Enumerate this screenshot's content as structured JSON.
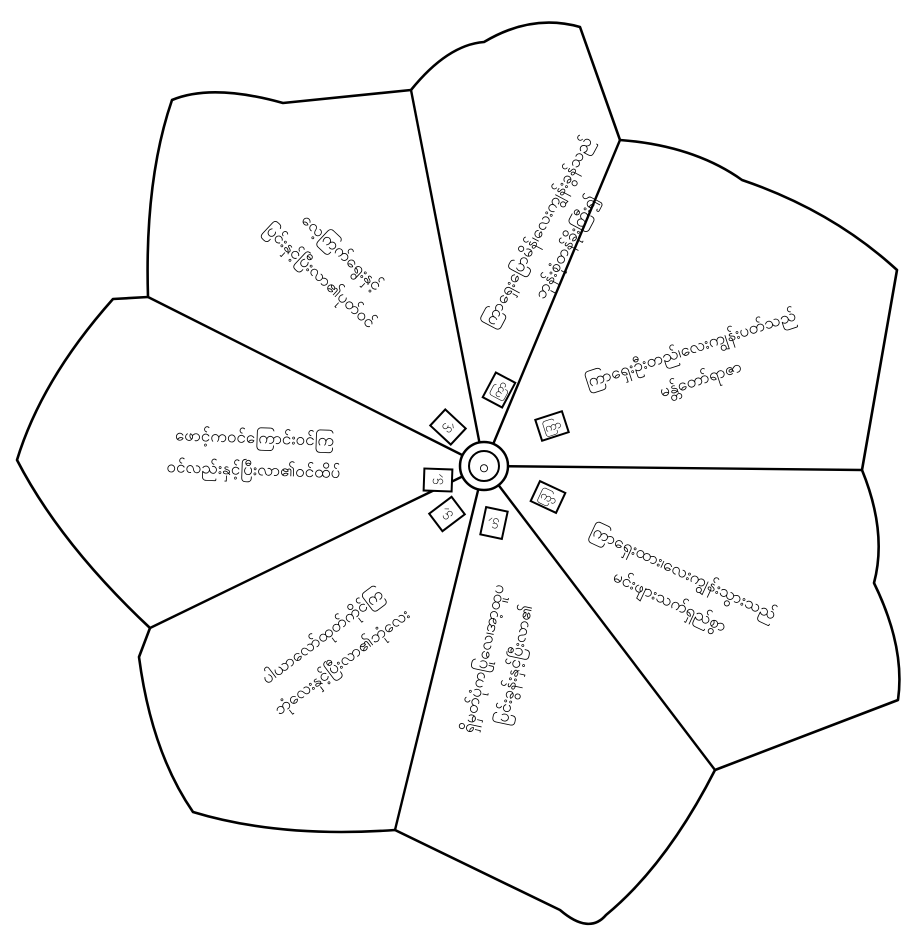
{
  "diagram": {
    "center_label": "ဝ",
    "petals": [
      {
        "id": "top",
        "frame_text": "ကြာ",
        "lines": [
          "ကြာရှေးပြောမိန်၊လေးကျွန်းခွန်သည်",
          "ဘုန်းစုံတန်ခိုးကြီး၍"
        ]
      },
      {
        "id": "right",
        "frame_text": "ကြာ",
        "lines": [
          "ကြာရှေးဦးတည်၊လေးကျွန်းပတ်သည်",
          "မန္တ်တော်ရာဇာ"
        ]
      },
      {
        "id": "lower-right",
        "frame_text": "ကြာ",
        "lines": [
          "ကြာရှေးထား၊လေးကျွန်းသွားသည်",
          "မင်းဖျားသက်ရှည်စွာ"
        ]
      },
      {
        "id": "bottom",
        "frame_text": "ဟဲ",
        "lines": [
          "ရှိမှတ်ပုံကပြုလေ၊အာ့ထူပ",
          "ပြင်းခွန်းနှင့်ပြီးလာ၏"
        ]
      },
      {
        "id": "lower-left",
        "frame_text": "ဟဲ",
        "lines": [
          "ပါယာလော်ထုတ်ကိုင်ကြ",
          "ဘုံလေးနှင့်ပြီးလာ၏ဘုံလေး"
        ]
      },
      {
        "id": "left",
        "frame_text": "ဟဲ",
        "lines": [
          "ဖောင့်ကဝင်ကြောင်းဝင်ကြ",
          "ဝင်လည်းနှင့်ပြီးလာ၏ဝင်ထိပ်"
        ]
      },
      {
        "id": "upper-left",
        "frame_text": "ဟဲ",
        "lines": [
          "လေ့ကြက်ရွေးနှင့်",
          "ပြင်းနှင့်ပြီးလာ၏ပုတ်ဝင်"
        ]
      }
    ]
  }
}
